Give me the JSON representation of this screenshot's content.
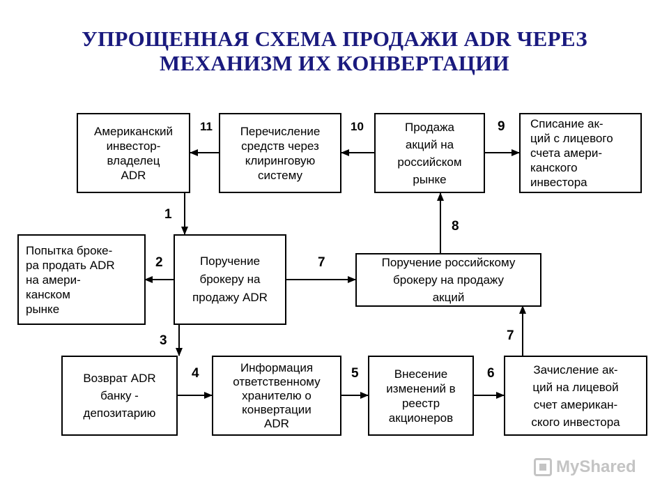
{
  "title": {
    "line1": "УПРОЩЕННАЯ СХЕМА ПРОДАЖИ ADR ЧЕРЕЗ",
    "line2": "МЕХАНИЗМ ИХ КОНВЕРТАЦИИ"
  },
  "boxes": {
    "american_investor": "Американский\nинвестор-\nвладелец\nADR",
    "transfer_funds": "Перечисление\nсредств через\nклиринговую\nсистему",
    "sale_russian_market": "Продажа\nакций на\nроссийском\nрынке",
    "writeoff_shares": "Списание ак-\nций с лицевого\nсчета амери-\nканского\nинвестора",
    "broker_attempt": "Попытка броке-\nра продать ADR\nна амери-\nканском\n рынке",
    "order_broker_adr": "Поручение\nброкеру на\nпродажу ADR",
    "order_russian_broker": "Поручение российскому\nброкеру на продажу\nакций",
    "return_adr": "Возврат ADR\nбанку -\nдепозитарию",
    "info_custodian": "Информация\nответственному\nхранителю о\nконвертации\nADR",
    "register_changes": "Внесение\nизменений в\nреестр\nакционеров",
    "credit_shares": "Зачисление ак-\nций на лицевой\nсчет американ-\nского инвестора"
  },
  "step_numbers": {
    "n1": "1",
    "n2": "2",
    "n3": "3",
    "n4": "4",
    "n5": "5",
    "n6": "6",
    "n7a": "7",
    "n7b": "7",
    "n8": "8",
    "n9": "9",
    "n10": "10",
    "n11": "11"
  },
  "watermark": {
    "text": "MyShared"
  }
}
